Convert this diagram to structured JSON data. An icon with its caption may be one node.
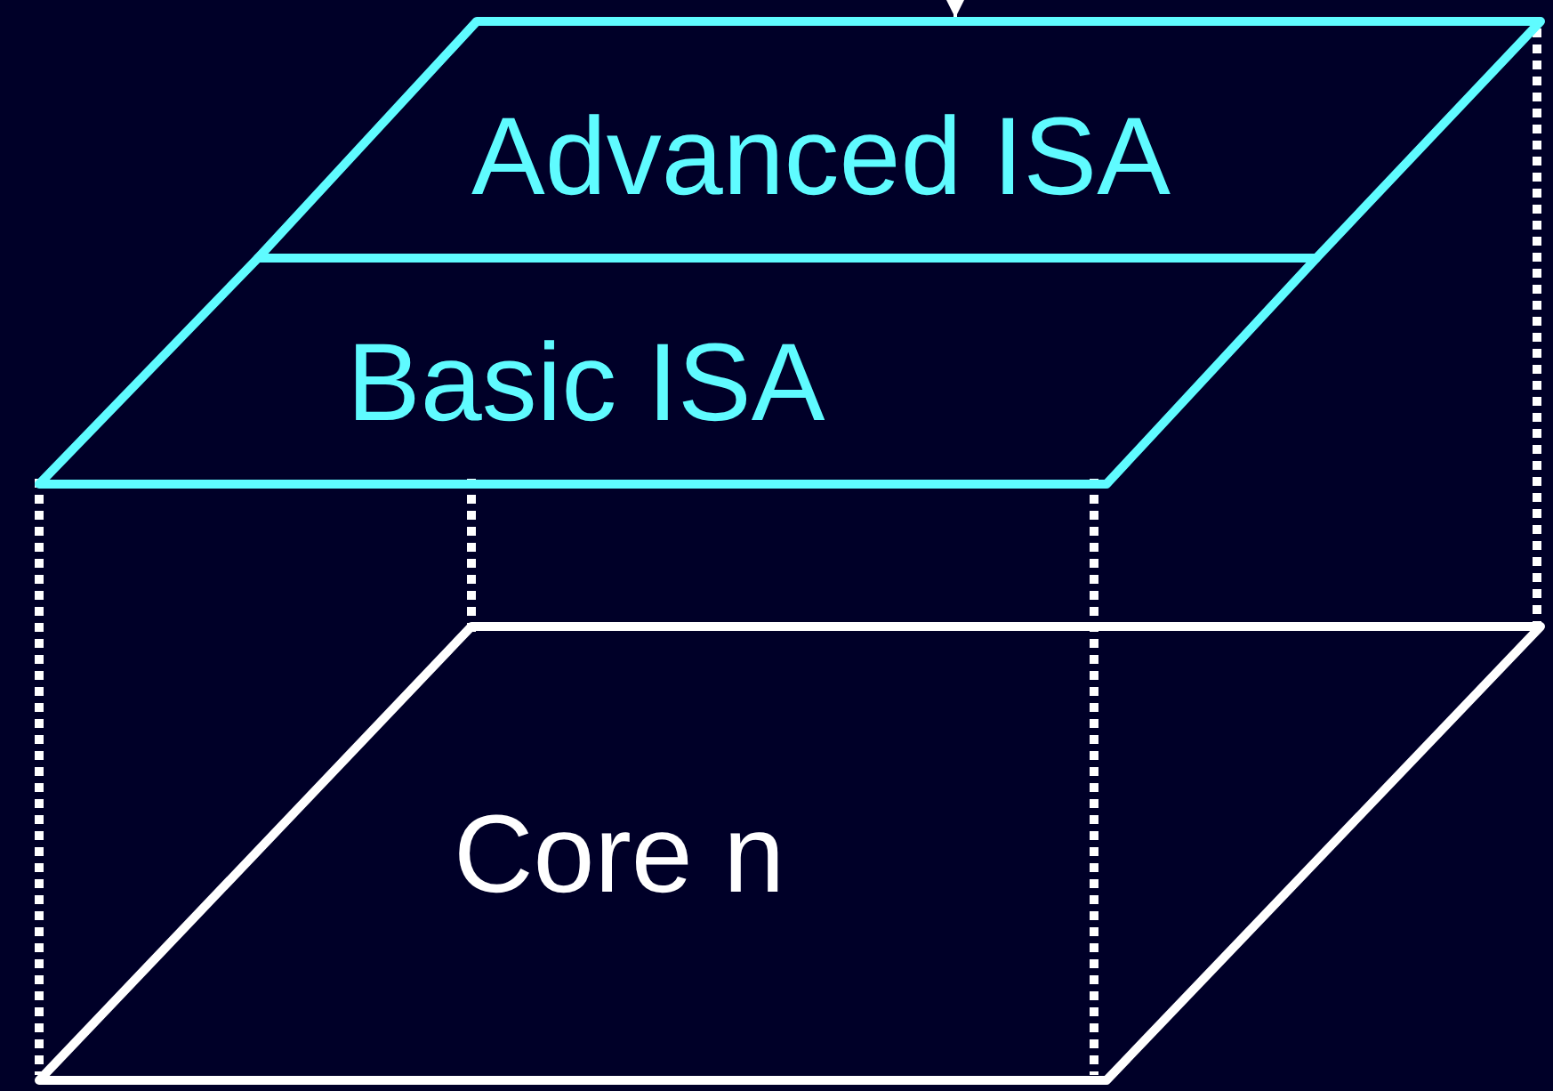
{
  "diagram": {
    "nodes": [
      {
        "text": [
          "Advanced ISA"
        ]
      },
      {
        "text": [
          "Basic ISA"
        ]
      },
      {
        "text": [
          "Core n"
        ]
      }
    ],
    "edges": [
      {
        "from": null,
        "to": 0,
        "arrow": "to"
      },
      {
        "from": 1,
        "to": 2,
        "arrow": "none",
        "style": "dashed"
      },
      {
        "from": 1,
        "to": 2,
        "arrow": "none",
        "style": "dashed"
      },
      {
        "from": 1,
        "to": 2,
        "arrow": "none",
        "style": "dashed"
      },
      {
        "from": 0,
        "to": 2,
        "arrow": "none",
        "style": "dashed"
      }
    ]
  }
}
